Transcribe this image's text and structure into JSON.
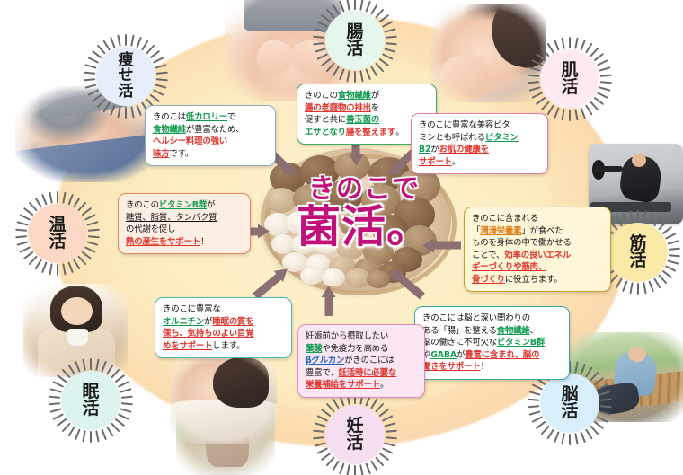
{
  "infographic": {
    "center_title_line1": "きのこで",
    "center_title_line2": "菌活。",
    "center_title_color": "#c2107a",
    "background_glow_color": "#fbeec4"
  },
  "topics": [
    {
      "id": "yase",
      "label": "痩せ活",
      "label_chars": [
        "痩",
        "せ",
        "活"
      ],
      "circle_color": "#e6eefb",
      "photo_name": "slim-waist-photo",
      "box_border": "#8fa8c8",
      "box_bg": "#ffffff",
      "text_lines": [
        [
          {
            "t": "きのこは",
            "s": "n"
          },
          {
            "t": "低カロリー",
            "s": "g"
          },
          {
            "t": "で",
            "s": "n"
          }
        ],
        [
          {
            "t": "食物繊維",
            "s": "g"
          },
          {
            "t": "が豊富なため、",
            "s": "n"
          }
        ],
        [
          {
            "t": "ヘルシー料理の強い",
            "s": "r"
          }
        ],
        [
          {
            "t": "味方",
            "s": "r"
          },
          {
            "t": "です。",
            "s": "n"
          }
        ]
      ]
    },
    {
      "id": "chou",
      "label": "腸活",
      "label_chars": [
        "腸",
        "活"
      ],
      "circle_color": "#e7f6ec",
      "photo_name": "belly-photo",
      "box_border": "#3fa86a",
      "box_bg": "#ffffff",
      "text_lines": [
        [
          {
            "t": "きのこの",
            "s": "n"
          },
          {
            "t": "食物繊維",
            "s": "g"
          },
          {
            "t": "が",
            "s": "n"
          }
        ],
        [
          {
            "t": "腸の老廃物の排出",
            "s": "r"
          },
          {
            "t": "を",
            "s": "n"
          }
        ],
        [
          {
            "t": "促すと共に",
            "s": "n"
          },
          {
            "t": "善玉菌の",
            "s": "g"
          }
        ],
        [
          {
            "t": "エサとなり",
            "s": "g"
          },
          {
            "t": "腸を整えます",
            "s": "r"
          },
          {
            "t": "。",
            "s": "n"
          }
        ]
      ]
    },
    {
      "id": "hada",
      "label": "肌活",
      "label_chars": [
        "肌",
        "活"
      ],
      "circle_color": "#fdeaf0",
      "photo_name": "face-skin-photo",
      "box_border": "#e77aa8",
      "box_bg": "#ffffff",
      "text_lines": [
        [
          {
            "t": "きのこに豊富な美容ビタ",
            "s": "n"
          }
        ],
        [
          {
            "t": "ミンとも呼ばれる",
            "s": "n"
          },
          {
            "t": "ビタミン",
            "s": "g"
          }
        ],
        [
          {
            "t": "B2",
            "s": "g"
          },
          {
            "t": "が",
            "s": "n"
          },
          {
            "t": "お肌の健康を",
            "s": "r"
          }
        ],
        [
          {
            "t": "サポート",
            "s": "r"
          },
          {
            "t": "。",
            "s": "n"
          }
        ]
      ]
    },
    {
      "id": "kin",
      "label": "筋活",
      "label_chars": [
        "筋",
        "活"
      ],
      "circle_color": "#fbe9a8",
      "photo_name": "gym-workout-photo",
      "box_border": "#c8a021",
      "box_bg": "#fdf6d9",
      "text_lines": [
        [
          {
            "t": "きのこに含まれる",
            "s": "n"
          }
        ],
        [
          {
            "t": "「",
            "s": "n"
          },
          {
            "t": "潤滑栄養素",
            "s": "o"
          },
          {
            "t": "」が食べた",
            "s": "n"
          }
        ],
        [
          {
            "t": "ものを身体の中で働かせる",
            "s": "n"
          }
        ],
        [
          {
            "t": "ことで、",
            "s": "n"
          },
          {
            "t": "効率の良いエネル",
            "s": "r"
          }
        ],
        [
          {
            "t": "ギーづくりや筋肉、",
            "s": "r"
          }
        ],
        [
          {
            "t": "骨づくり",
            "s": "r"
          },
          {
            "t": "に役立ちます。",
            "s": "n"
          }
        ]
      ]
    },
    {
      "id": "nou",
      "label": "脳活",
      "label_chars": [
        "脳",
        "活"
      ],
      "circle_color": "#d8effa",
      "photo_name": "reading-man-photo",
      "box_border": "#3fa6a8",
      "box_bg": "#ffffff",
      "text_lines": [
        [
          {
            "t": "きのこには脳と深い関わりの",
            "s": "n"
          }
        ],
        [
          {
            "t": "ある「腸」を整える",
            "s": "n"
          },
          {
            "t": "食物繊維",
            "s": "g"
          },
          {
            "t": "、",
            "s": "n"
          }
        ],
        [
          {
            "t": "脳の働きに不可欠な",
            "s": "n"
          },
          {
            "t": "ビタミンB群",
            "s": "g"
          }
        ],
        [
          {
            "t": "や",
            "s": "n"
          },
          {
            "t": "GABA",
            "s": "g"
          },
          {
            "t": "が",
            "s": "n"
          },
          {
            "t": "豊富に含まれ、脳の",
            "s": "r"
          }
        ],
        [
          {
            "t": "働きをサポート",
            "s": "r"
          },
          {
            "t": "！",
            "s": "n"
          }
        ]
      ]
    },
    {
      "id": "nin",
      "label": "妊活",
      "label_chars": [
        "妊",
        "活"
      ],
      "circle_color": "#f6dff0",
      "photo_name": "pregnant-woman-photo",
      "box_border": "#e487bf",
      "box_bg": "#fbe7f3",
      "text_lines": [
        [
          {
            "t": "妊娠前から摂取したい",
            "s": "n"
          }
        ],
        [
          {
            "t": "葉酸",
            "s": "g"
          },
          {
            "t": "や免疫力を高める",
            "s": "n"
          }
        ],
        [
          {
            "t": "βグルカン",
            "s": "b"
          },
          {
            "t": "がきのこには",
            "s": "n"
          }
        ],
        [
          {
            "t": "豊富で、",
            "s": "n"
          },
          {
            "t": "妊活時に必要な",
            "s": "r"
          }
        ],
        [
          {
            "t": "栄養補給をサポート",
            "s": "r"
          },
          {
            "t": "。",
            "s": "n"
          }
        ]
      ]
    },
    {
      "id": "min",
      "label": "眠活",
      "label_chars": [
        "眠",
        "活"
      ],
      "circle_color": "#ddf3ef",
      "photo_name": "sleeping-woman-photo",
      "box_border": "#4fb8b0",
      "box_bg": "#ffffff",
      "text_lines": [
        [
          {
            "t": "きのこに豊富な",
            "s": "n"
          }
        ],
        [
          {
            "t": "オルニチン",
            "s": "g"
          },
          {
            "t": "が",
            "s": "n"
          },
          {
            "t": "睡眠の質を",
            "s": "r"
          }
        ],
        [
          {
            "t": "保ち、気持ちのよい目覚",
            "s": "r"
          }
        ],
        [
          {
            "t": "めをサポート",
            "s": "r"
          },
          {
            "t": "します。",
            "s": "n"
          }
        ]
      ]
    },
    {
      "id": "on",
      "label": "温活",
      "label_chars": [
        "温",
        "活"
      ],
      "circle_color": "#fbd8c3",
      "photo_name": "green-tea-woman-photo",
      "box_border": "#e8845c",
      "box_bg": "#fdeee4",
      "text_lines": [
        [
          {
            "t": "きのこの",
            "s": "n"
          },
          {
            "t": "ビタミンB群",
            "s": "g"
          },
          {
            "t": "が",
            "s": "n"
          }
        ],
        [
          {
            "t": "糖質、脂質、タンパク質",
            "s": "u"
          }
        ],
        [
          {
            "t": "の代謝を促し",
            "s": "u"
          }
        ],
        [
          {
            "t": "熱の産生をサポート",
            "s": "r"
          },
          {
            "t": "！",
            "s": "n"
          }
        ]
      ]
    }
  ]
}
